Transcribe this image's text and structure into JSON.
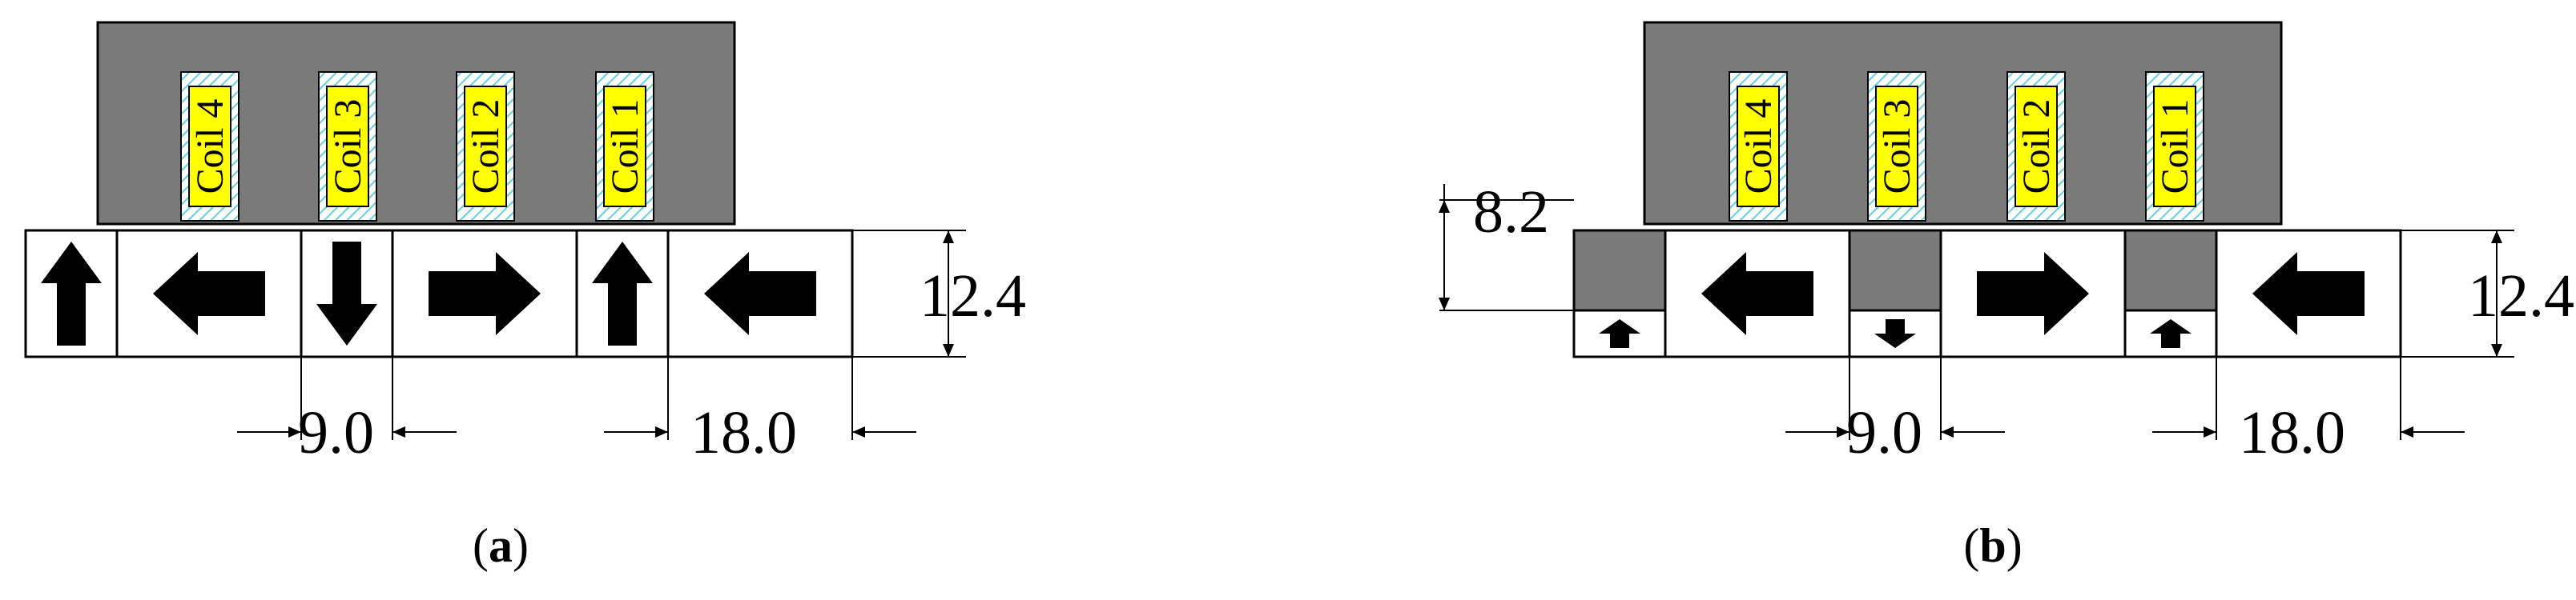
{
  "colors": {
    "stator": "#7a7a7a",
    "coil": "#ffff00",
    "coil_edge": "#5fd0e6",
    "magnet_fill": "#ffffff",
    "iron_fill": "#7a7a7a",
    "ink": "#000000"
  },
  "panels": [
    {
      "id": "a",
      "caption_letter": "a",
      "coils": [
        "Coil 4",
        "Coil 3",
        "Coil 2",
        "Coil 1"
      ],
      "segments": [
        {
          "kind": "magnet",
          "arrow": "up-arrow-icon"
        },
        {
          "kind": "magnet",
          "arrow": "left-arrow-icon"
        },
        {
          "kind": "magnet",
          "arrow": "down-arrow-icon"
        },
        {
          "kind": "magnet",
          "arrow": "right-arrow-icon"
        },
        {
          "kind": "magnet",
          "arrow": "up-arrow-icon"
        },
        {
          "kind": "magnet",
          "arrow": "left-arrow-icon"
        }
      ],
      "dimensions": {
        "height": "12.4",
        "small_width": "9.0",
        "large_width": "18.0"
      }
    },
    {
      "id": "b",
      "caption_letter": "b",
      "coils": [
        "Coil 4",
        "Coil 3",
        "Coil 2",
        "Coil 1"
      ],
      "segments": [
        {
          "kind": "iron-magnet",
          "arrow": "up-arrow-icon"
        },
        {
          "kind": "magnet",
          "arrow": "left-arrow-icon"
        },
        {
          "kind": "iron-magnet",
          "arrow": "down-arrow-icon"
        },
        {
          "kind": "magnet",
          "arrow": "right-arrow-icon"
        },
        {
          "kind": "iron-magnet",
          "arrow": "up-arrow-icon"
        },
        {
          "kind": "magnet",
          "arrow": "left-arrow-icon"
        }
      ],
      "dimensions": {
        "height": "12.4",
        "iron_height": "8.2",
        "small_width": "9.0",
        "large_width": "18.0"
      }
    }
  ]
}
